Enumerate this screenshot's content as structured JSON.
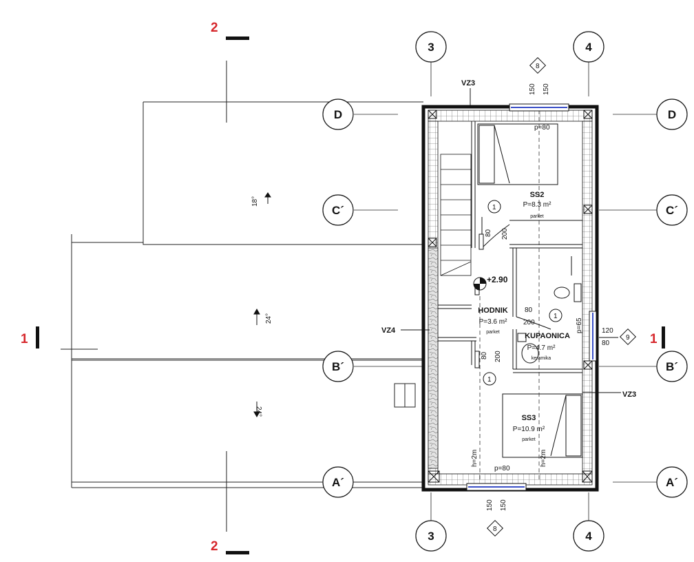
{
  "colors": {
    "line": "#111111",
    "section_marker": "#d6262b",
    "window": "#3a4fc7",
    "stone": "#bdbdbd"
  },
  "axes": {
    "col_3": "3",
    "col_4": "4",
    "row_d": "D",
    "row_c": "C´",
    "row_b": "B´",
    "row_a": "A´"
  },
  "sections": {
    "s1": "1",
    "s2": "2"
  },
  "slopes": {
    "roof_top": "18°",
    "roof_mid": "24°",
    "roof_bottom": "24°"
  },
  "wall_types": {
    "vz3": "VZ3",
    "vz4": "VZ4"
  },
  "elevation": "+2.90",
  "rooms": {
    "ss2": {
      "name": "SS2",
      "area": "P=8.3 m²",
      "material": "parket"
    },
    "hodnik": {
      "name": "HODNIK",
      "area": "P=3.6 m²",
      "material": "parket"
    },
    "kupaonica": {
      "name": "KUPAONICA",
      "area": "P=4.7 m²",
      "material": "keramika"
    },
    "ss3": {
      "name": "SS3",
      "area": "P=10.9 m²",
      "material": "parket"
    }
  },
  "door_tag": "1",
  "window_tags": {
    "w8": "8",
    "w9": "9"
  },
  "dims": {
    "d150": "150",
    "p80": "p=80",
    "d80": "80",
    "d200": "200",
    "d120": "120",
    "p65": "p=65",
    "h2m": "h=2m"
  }
}
